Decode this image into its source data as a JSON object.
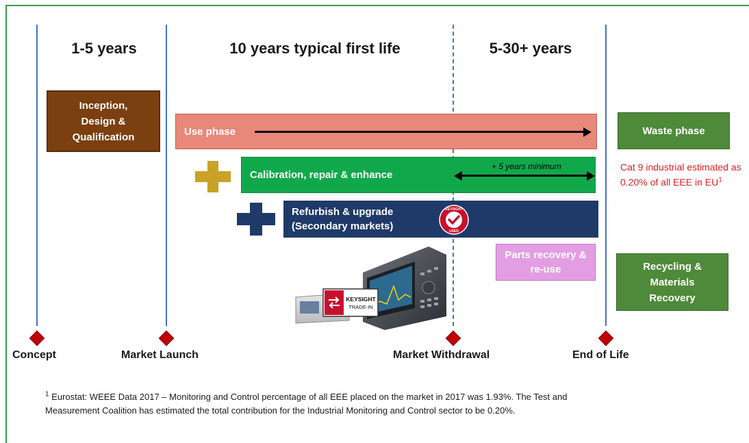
{
  "headers": {
    "h1": "1-5 years",
    "h2": "10 years typical first life",
    "h3": "5-30+ years"
  },
  "boxes": {
    "inception": "Inception, Design & Qualification",
    "use_phase": "Use phase",
    "calibration": "Calibration, repair & enhance",
    "min_years": "+ 5 years minimum",
    "refurbish_line1": "Refurbish & upgrade",
    "refurbish_line2": "(Secondary markets)",
    "parts": "Parts recovery & re-use",
    "waste": "Waste phase",
    "recycling": "Recycling & Materials Recovery"
  },
  "note": {
    "text": "Cat 9 industrial estimated as 0.20% of all EEE in EU",
    "sup": "1"
  },
  "milestones": {
    "concept": "Concept",
    "market_launch": "Market Launch",
    "market_withdrawal": "Market Withdrawal",
    "end_of_life": "End of Life"
  },
  "badge": {
    "top": "KEYSIGHT",
    "bottom": "USED"
  },
  "product_sign": {
    "line1": "KEYSIGHT",
    "line2": "TRADE-IN"
  },
  "footnote": {
    "sup": "1",
    "text": " Eurostat: WEEE Data 2017 – Monitoring and Control percentage of all EEE placed on the market in 2017 was 1.93%. The Test and Measurement Coalition has estimated the total contribution for the Industrial Monitoring and Control sector to be 0.20%."
  },
  "colors": {
    "inception": "#7b3f10",
    "use_phase": "#e8887a",
    "calibration": "#11a84c",
    "refurbish": "#1f3a68",
    "parts": "#e39ee3",
    "waste": "#4e8a3a",
    "diamond": "#c00000",
    "timeline": "#4472c4",
    "gold_plus": "#c9a227",
    "navy_plus": "#1f3a68"
  }
}
